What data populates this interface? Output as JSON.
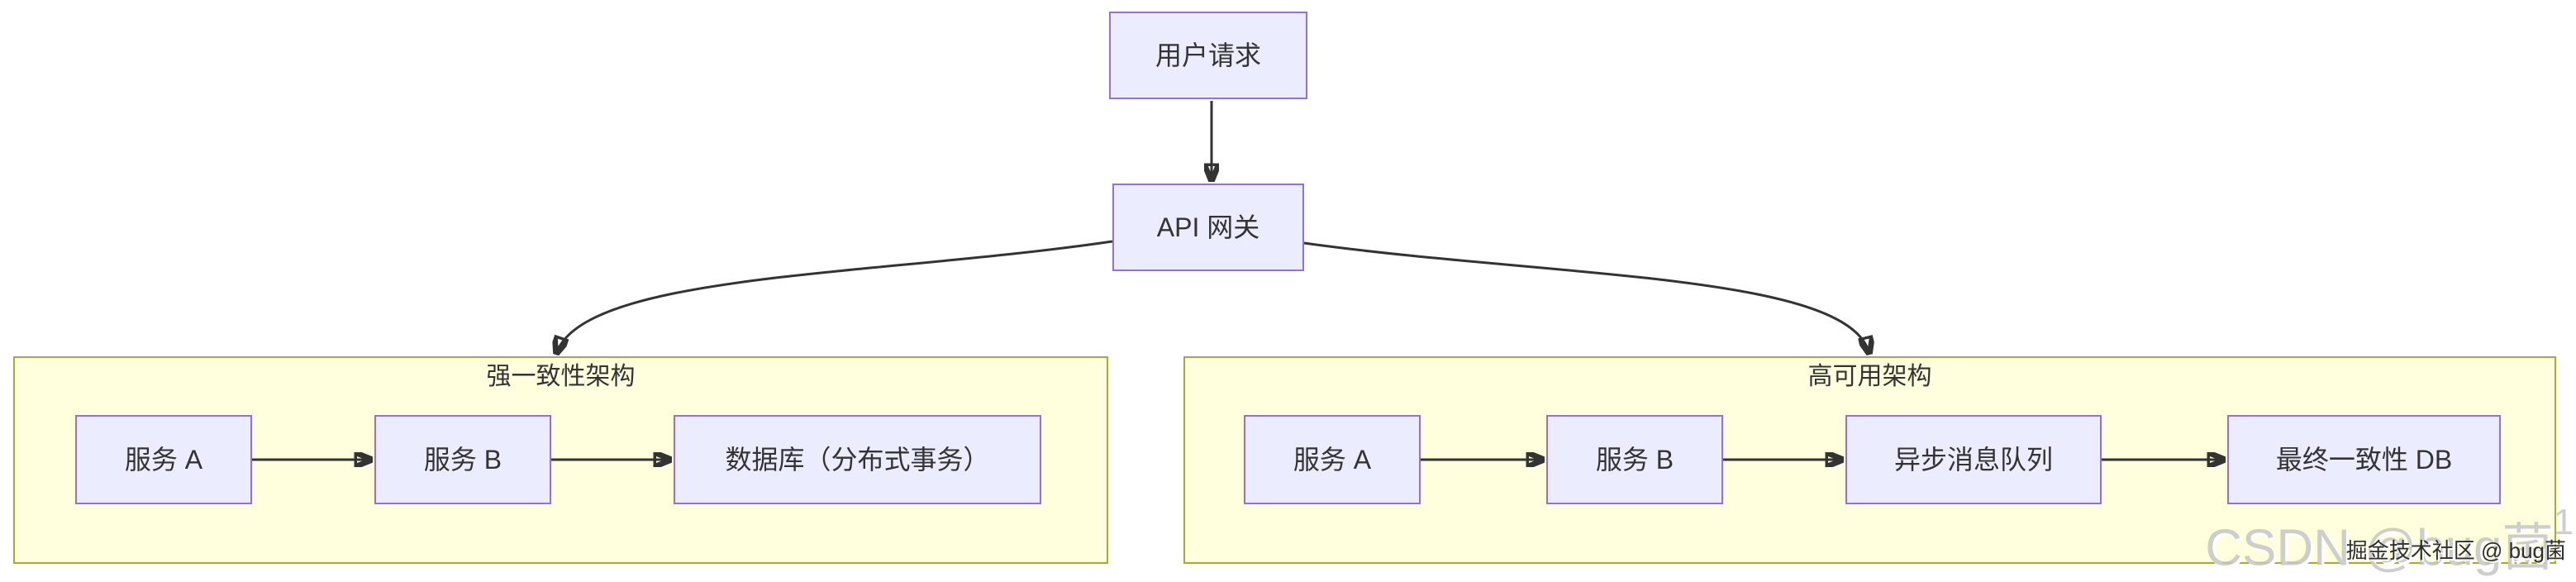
{
  "diagram": {
    "type": "flowchart",
    "background": "#ffffff",
    "colors": {
      "node_fill": "#ECECFF",
      "node_border": "#9370DB",
      "cluster_fill": "#FFFFDE",
      "cluster_border": "#AAAA33",
      "edge": "#333333",
      "text": "#333333"
    },
    "nodes": {
      "user_request": "用户请求",
      "api_gateway": "API 网关"
    },
    "clusters": {
      "strong": {
        "label": "强一致性架构",
        "nodes": {
          "service_a": "服务 A",
          "service_b": "服务 B",
          "database": "数据库（分布式事务）"
        }
      },
      "ha": {
        "label": "高可用架构",
        "nodes": {
          "service_a": "服务 A",
          "service_b": "服务 B",
          "queue": "异步消息队列",
          "db": "最终一致性 DB"
        }
      }
    },
    "edges": [
      {
        "from": "用户请求",
        "to": "API 网关"
      },
      {
        "from": "API 网关",
        "to": "强一致性架构"
      },
      {
        "from": "API 网关",
        "to": "高可用架构"
      },
      {
        "from": "强一致性架构/服务 A",
        "to": "强一致性架构/服务 B"
      },
      {
        "from": "强一致性架构/服务 B",
        "to": "数据库（分布式事务）"
      },
      {
        "from": "高可用架构/服务 A",
        "to": "高可用架构/服务 B"
      },
      {
        "from": "高可用架构/服务 B",
        "to": "异步消息队列"
      },
      {
        "from": "异步消息队列",
        "to": "最终一致性 DB"
      }
    ],
    "watermarks": {
      "csdn": "CSDN @bug菌",
      "csdn_sup": "1",
      "juejin": "掘金技术社区 @ bug菌"
    }
  }
}
